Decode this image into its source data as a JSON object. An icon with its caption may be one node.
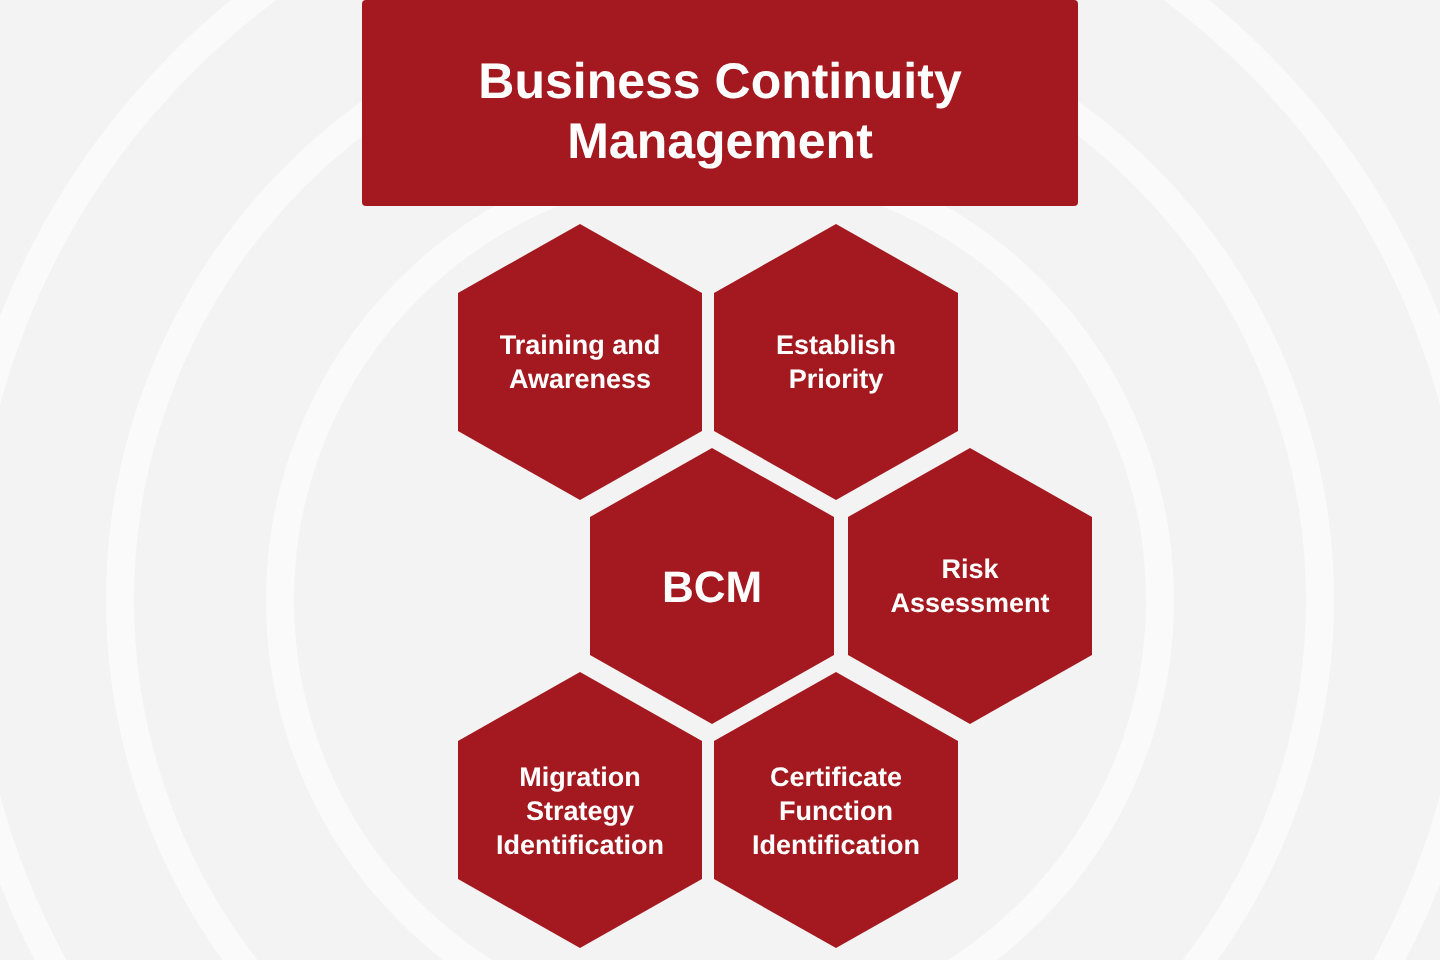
{
  "diagram": {
    "title": "Business Continuity Management",
    "nodes": [
      {
        "text": [
          "Training and Awareness"
        ]
      },
      {
        "text": [
          "Establish Priority"
        ]
      },
      {
        "text": [
          "BCM"
        ]
      },
      {
        "text": [
          "Risk Assessment"
        ]
      },
      {
        "text": [
          "Migration Strategy Identification"
        ]
      },
      {
        "text": [
          "Certificate Function Identification"
        ]
      }
    ]
  }
}
